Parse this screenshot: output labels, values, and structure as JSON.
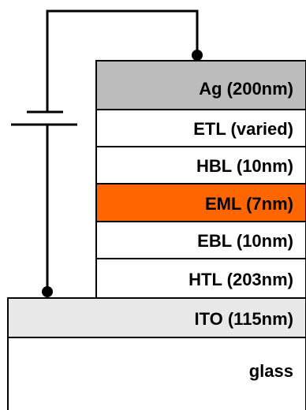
{
  "layers": [
    {
      "id": "ag",
      "label": "Ag (200nm)",
      "fill": "#bcbcbc"
    },
    {
      "id": "etl",
      "label": "ETL (varied)",
      "fill": "#ffffff"
    },
    {
      "id": "hbl",
      "label": "HBL (10nm)",
      "fill": "#ffffff"
    },
    {
      "id": "eml",
      "label": "EML (7nm)",
      "fill": "#ff6600"
    },
    {
      "id": "ebl",
      "label": "EBL (10nm)",
      "fill": "#ffffff"
    },
    {
      "id": "htl",
      "label": "HTL (203nm)",
      "fill": "#ffffff"
    },
    {
      "id": "ito",
      "label": "ITO (115nm)",
      "fill": "#e8e8e8"
    },
    {
      "id": "glass",
      "label": "glass",
      "fill": "#ffffff"
    }
  ],
  "colors": {
    "stroke": "#000000",
    "text": "#000000"
  }
}
